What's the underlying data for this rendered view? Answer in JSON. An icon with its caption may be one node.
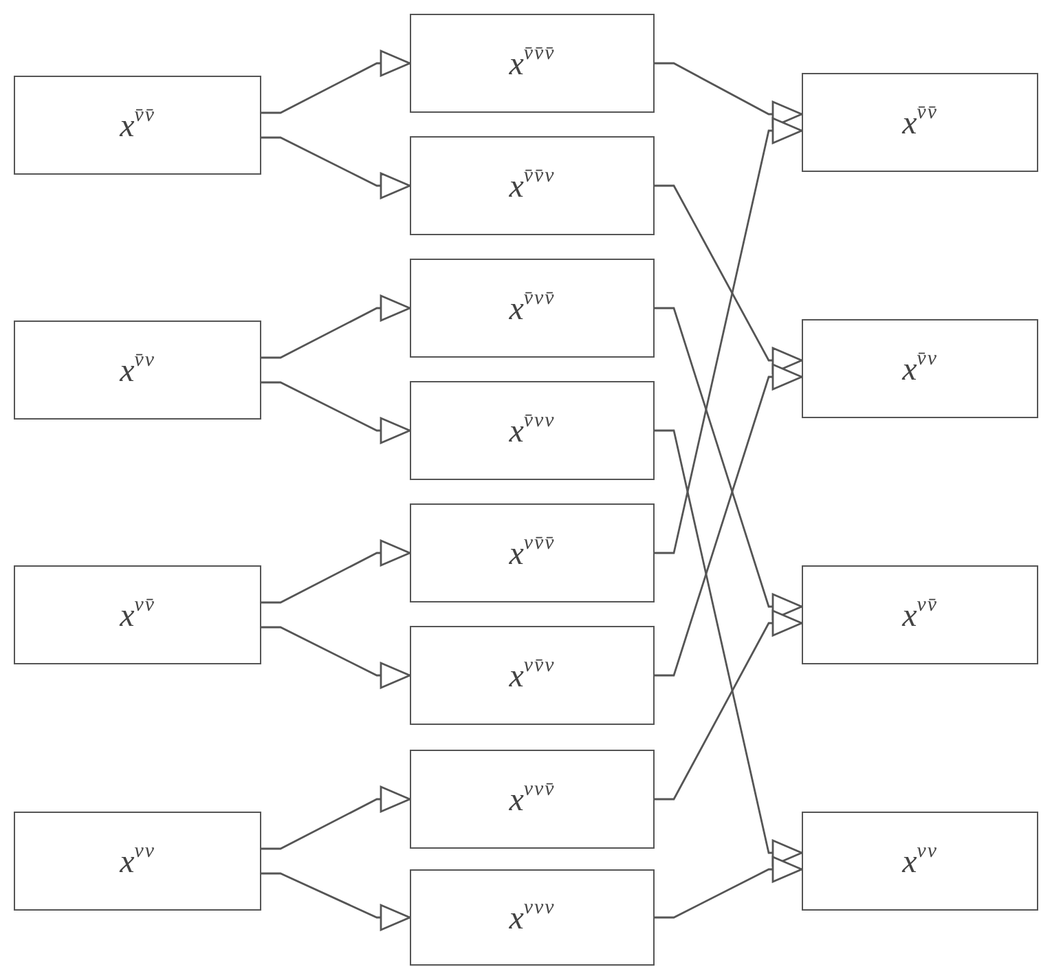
{
  "diagram": {
    "nodes": [
      {
        "text": [
          "x$^{v̄v̄}$"
        ]
      },
      {
        "text": [
          "x$^{v̄v}$"
        ]
      },
      {
        "text": [
          "x$^{vv̄}$"
        ]
      },
      {
        "text": [
          "x$^{vv}$"
        ]
      },
      {
        "text": [
          "x$^{v̄v̄v̄}$"
        ]
      },
      {
        "text": [
          "x$^{v̄v̄v}$"
        ]
      },
      {
        "text": [
          "x$^{v̄vv̄}$"
        ]
      },
      {
        "text": [
          "x$^{v̄vv}$"
        ]
      },
      {
        "text": [
          "x$^{vv̄v̄}$"
        ]
      },
      {
        "text": [
          "x$^{vv̄v}$"
        ]
      },
      {
        "text": [
          "x$^{vvv̄}$"
        ]
      },
      {
        "text": [
          "x$^{vvv}$"
        ]
      },
      {
        "text": [
          "x$^{v̄v̄}$"
        ]
      },
      {
        "text": [
          "x$^{v̄v}$"
        ]
      },
      {
        "text": [
          "x$^{vv̄}$"
        ]
      },
      {
        "text": [
          "x$^{vv}$"
        ]
      }
    ],
    "edges": [
      {
        "from": 0,
        "to": 4,
        "arrow": "to"
      },
      {
        "from": 0,
        "to": 5,
        "arrow": "to"
      },
      {
        "from": 1,
        "to": 6,
        "arrow": "to"
      },
      {
        "from": 1,
        "to": 7,
        "arrow": "to"
      },
      {
        "from": 2,
        "to": 8,
        "arrow": "to"
      },
      {
        "from": 2,
        "to": 9,
        "arrow": "to"
      },
      {
        "from": 3,
        "to": 10,
        "arrow": "to"
      },
      {
        "from": 3,
        "to": 11,
        "arrow": "to"
      },
      {
        "from": 4,
        "to": 12,
        "arrow": "to"
      },
      {
        "from": 5,
        "to": 13,
        "arrow": "to"
      },
      {
        "from": 6,
        "to": 14,
        "arrow": "to"
      },
      {
        "from": 7,
        "to": 15,
        "arrow": "to"
      },
      {
        "from": 8,
        "to": 12,
        "arrow": "to"
      },
      {
        "from": 9,
        "to": 13,
        "arrow": "to"
      },
      {
        "from": 10,
        "to": 14,
        "arrow": "to"
      },
      {
        "from": 11,
        "to": 15,
        "arrow": "to"
      }
    ]
  }
}
